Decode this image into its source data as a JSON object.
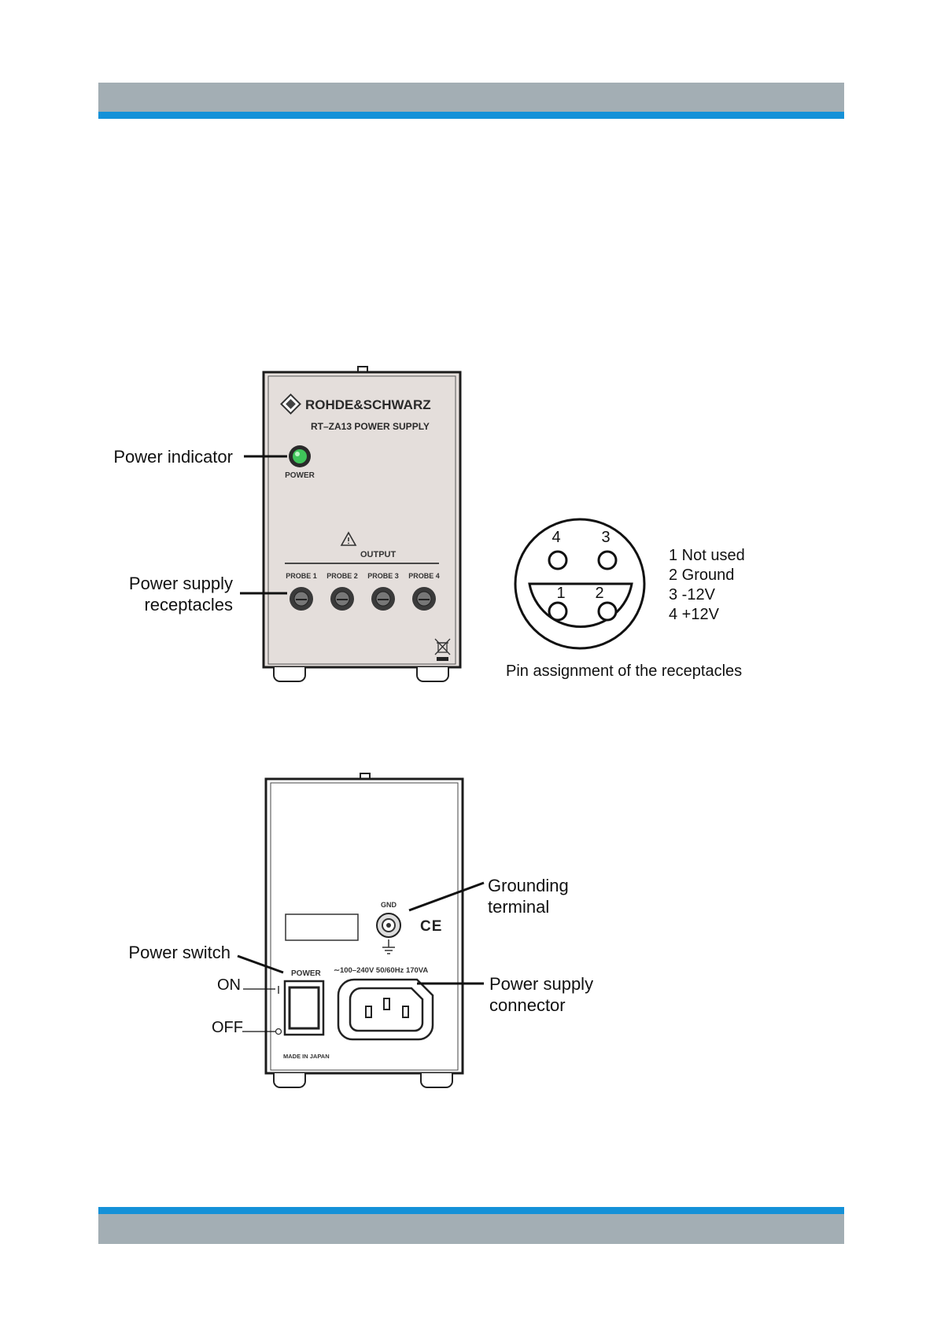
{
  "colors": {
    "header_grey": "#a3aeb4",
    "header_blue": "#1591d8",
    "panel_fill": "#e4dedb",
    "led_green": "#3fc35a"
  },
  "front": {
    "brand": "ROHDE&SCHWARZ",
    "model": "RT–ZA13  POWER SUPPLY",
    "power_label": "POWER",
    "output_label": "OUTPUT",
    "probes": [
      "PROBE 1",
      "PROBE 2",
      "PROBE 3",
      "PROBE 4"
    ],
    "callouts": {
      "power_indicator": "Power indicator",
      "receptacles_line1": "Power supply",
      "receptacles_line2": "receptacles"
    }
  },
  "pins": {
    "numbers": [
      "4",
      "3",
      "1",
      "2"
    ],
    "legend": [
      "1 Not used",
      "2 Ground",
      "3 -12V",
      "4 +12V"
    ],
    "caption": "Pin assignment of the receptacles"
  },
  "rear": {
    "gnd_label": "GND",
    "ce_mark": "CE",
    "power_label": "POWER",
    "rating": "∼100–240V 50/60Hz 170VA",
    "made_in": "MADE IN JAPAN",
    "callouts": {
      "grounding_line1": "Grounding",
      "grounding_line2": "terminal",
      "power_switch": "Power switch",
      "on": "ON",
      "off": "OFF",
      "connector_line1": "Power supply",
      "connector_line2": "connector"
    }
  }
}
